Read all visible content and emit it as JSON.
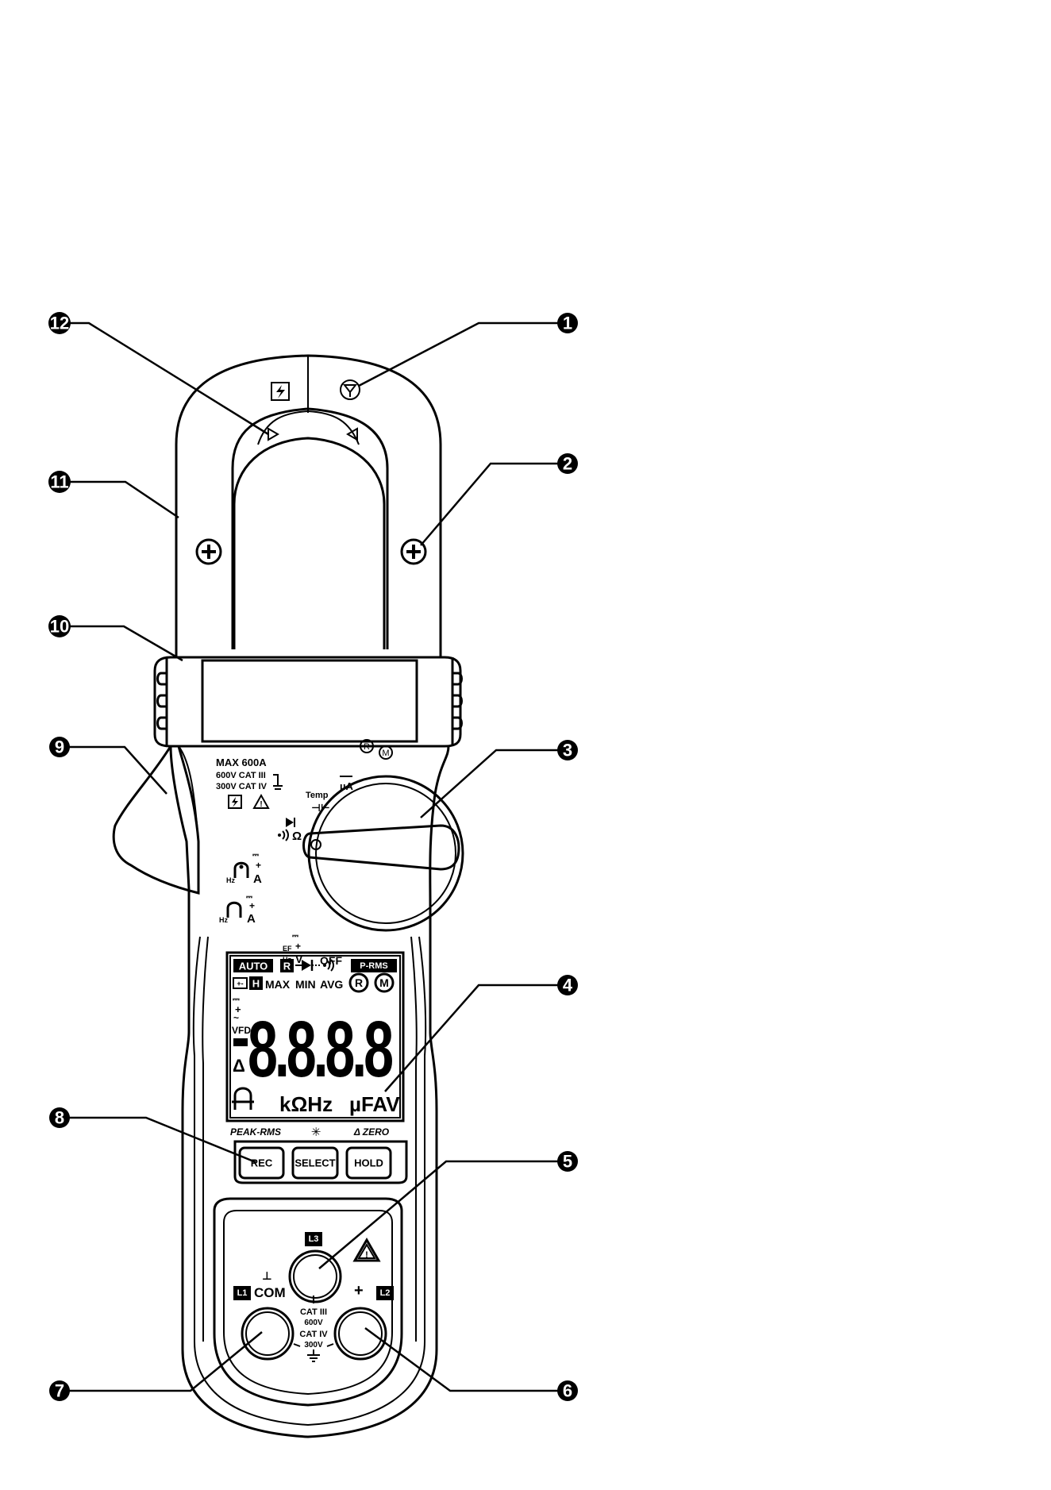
{
  "callouts": [
    "1",
    "2",
    "3",
    "4",
    "5",
    "6",
    "7",
    "8",
    "9",
    "10",
    "11",
    "12"
  ],
  "rating": {
    "line1": "MAX 600A",
    "line2": "600V CAT III",
    "line3": "300V CAT IV"
  },
  "dial": {
    "temp": "Temp",
    "ua": "µA",
    "ohm": "Ω",
    "a1": "A",
    "a2": "A",
    "hz1": "Hz",
    "hz2": "Hz",
    "hz3": "Hz",
    "ef": "EF",
    "v": "V",
    "off": "OFF",
    "r_mode": "R",
    "m_mode": "M"
  },
  "lcd": {
    "auto": "AUTO",
    "r_icon": "R",
    "prms": "P-RMS",
    "h_icon": "H",
    "max": "MAX",
    "min": "MIN",
    "avg": "AVG",
    "r_mode": "R",
    "m_mode": "M",
    "vfd": "VFD",
    "delta": "Δ",
    "digits": "8.8.8.8",
    "units_mid": "kΩHz",
    "units_right": "µFAV"
  },
  "buttons": {
    "alt_labels": [
      "PEAK-RMS",
      "✳",
      "Δ ZERO"
    ],
    "labels": [
      "REC",
      "SELECT",
      "HOLD"
    ]
  },
  "terminals": {
    "l3": "L3",
    "l1": "L1",
    "l2": "L2",
    "com": "COM",
    "plus": "+",
    "ground_sym": "⊥",
    "cat_lines": [
      "CAT III",
      "600V",
      "CAT IV",
      "300V"
    ]
  },
  "icons": [
    "lightning-warning-icon",
    "warning-triangle-icon",
    "antenna-icon",
    "screw-icon",
    "ground-icon",
    "battery-icon",
    "diode-icon",
    "buzzer-icon",
    "backlight-icon",
    "clamp-icon"
  ]
}
